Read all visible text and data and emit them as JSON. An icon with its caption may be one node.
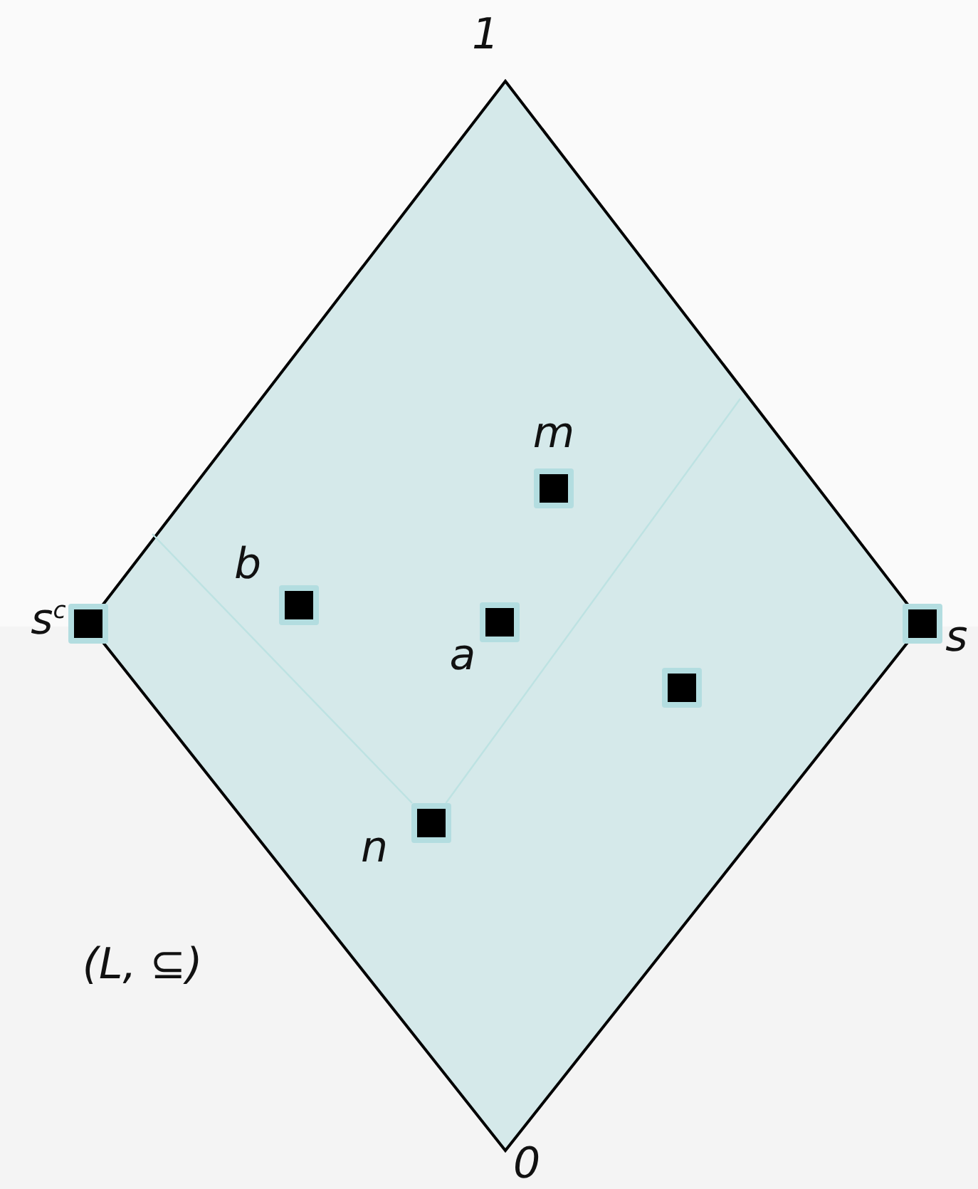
{
  "diagram": {
    "nodes": [
      {
        "text": [],
        "shape": "diamond"
      },
      {
        "text": [],
        "shape": "box",
        "in": 0,
        "beside": [
          "m"
        ]
      },
      {
        "text": [],
        "shape": "box",
        "beside": [
          "s$^{c}$"
        ]
      },
      {
        "text": [],
        "shape": "box",
        "in": 0,
        "beside": [
          "b"
        ]
      },
      {
        "text": [],
        "shape": "box",
        "in": 0,
        "beside": [
          "a"
        ]
      },
      {
        "text": [],
        "shape": "box",
        "beside": [
          "s"
        ]
      },
      {
        "text": [],
        "shape": "box",
        "in": 0
      },
      {
        "text": [],
        "shape": "box",
        "in": 0,
        "beside": [
          "n"
        ]
      }
    ],
    "edges": [
      {
        "from": 7,
        "to": null,
        "arrow": "none"
      },
      {
        "from": 7,
        "to": null,
        "arrow": "none"
      }
    ],
    "labels": [
      "1",
      "0",
      "(L, ⊆)"
    ]
  }
}
